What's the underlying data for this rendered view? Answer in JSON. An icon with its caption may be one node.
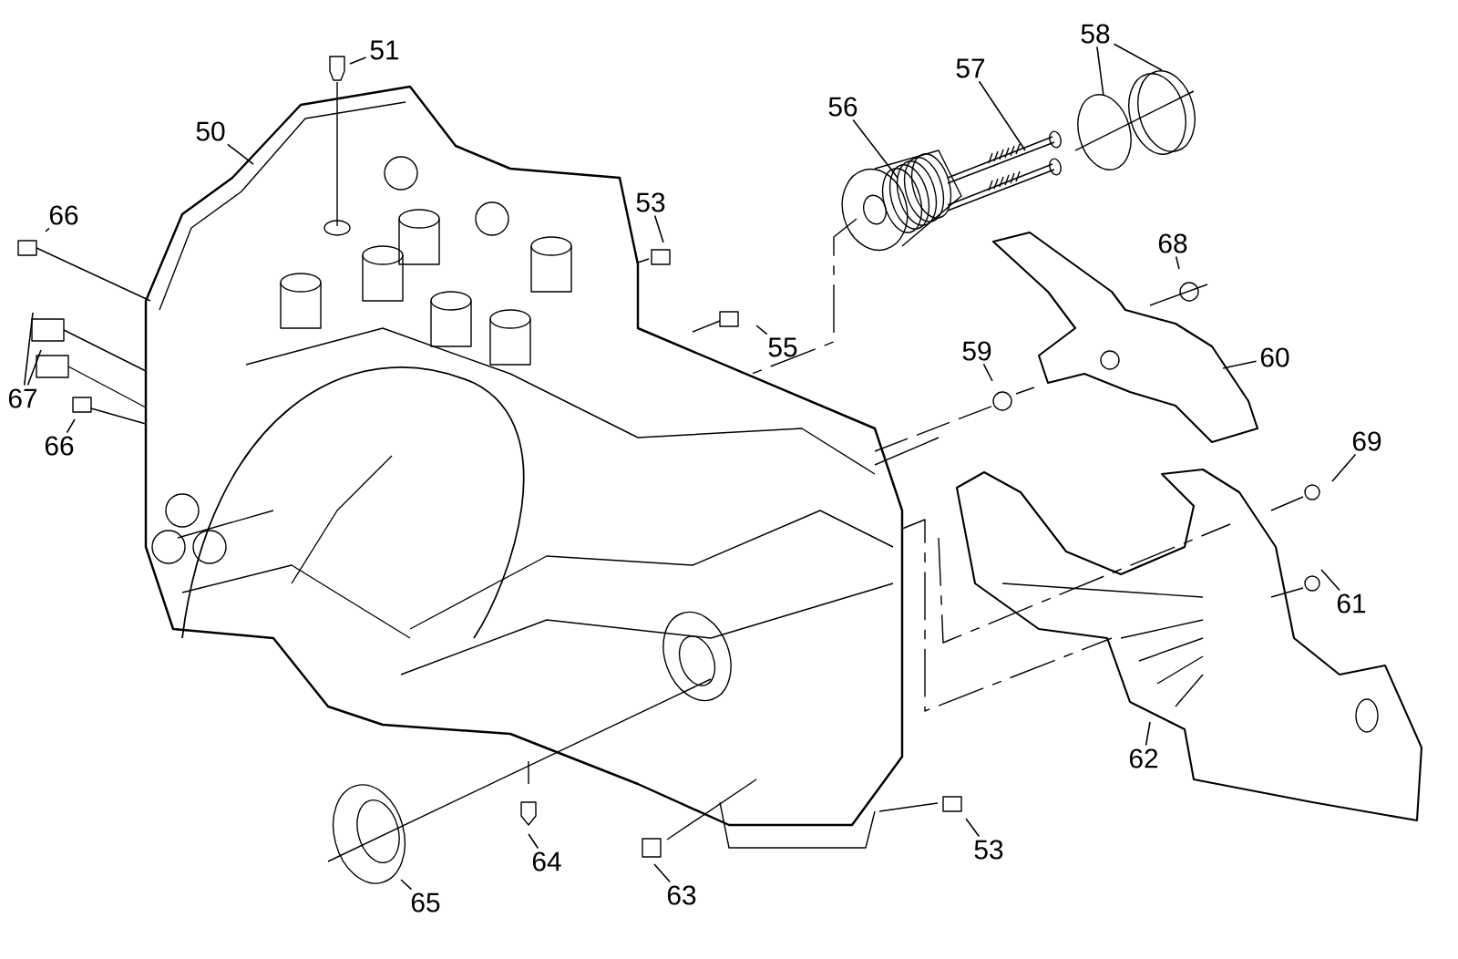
{
  "diagram": {
    "nodes": [
      {
        "text": [
          "51"
        ]
      },
      {
        "text": [
          "50"
        ]
      },
      {
        "text": [
          "58"
        ]
      },
      {
        "text": [
          "57"
        ]
      },
      {
        "text": [
          "56"
        ]
      },
      {
        "text": [
          "66"
        ]
      },
      {
        "text": [
          "53"
        ]
      },
      {
        "text": [
          "68"
        ]
      },
      {
        "text": [
          "55"
        ]
      },
      {
        "text": [
          "59"
        ]
      },
      {
        "text": [
          "60"
        ]
      },
      {
        "text": [
          "67"
        ]
      },
      {
        "text": [
          "66"
        ]
      },
      {
        "text": [
          "69"
        ]
      },
      {
        "text": [
          "61"
        ]
      },
      {
        "text": [
          "62"
        ]
      },
      {
        "text": [
          "53"
        ]
      },
      {
        "text": [
          "64"
        ]
      },
      {
        "text": [
          "63"
        ]
      },
      {
        "text": [
          "65"
        ]
      }
    ],
    "edges": [
      {
        "from": 0,
        "to": null,
        "arrow": "none"
      },
      {
        "from": 1,
        "to": null,
        "arrow": "none"
      },
      {
        "from": 2,
        "to": null,
        "arrow": "none"
      },
      {
        "from": 2,
        "to": null,
        "arrow": "none"
      },
      {
        "from": 3,
        "to": null,
        "arrow": "none"
      },
      {
        "from": 4,
        "to": null,
        "arrow": "none"
      },
      {
        "from": 5,
        "to": null,
        "arrow": "none"
      },
      {
        "from": 6,
        "to": null,
        "arrow": "none"
      },
      {
        "from": 7,
        "to": null,
        "arrow": "none"
      },
      {
        "from": 8,
        "to": null,
        "arrow": "none"
      },
      {
        "from": 9,
        "to": null,
        "arrow": "none"
      },
      {
        "from": 10,
        "to": null,
        "arrow": "none"
      },
      {
        "from": 11,
        "to": null,
        "arrow": "none"
      },
      {
        "from": 11,
        "to": null,
        "arrow": "none"
      },
      {
        "from": 12,
        "to": null,
        "arrow": "none"
      },
      {
        "from": 13,
        "to": null,
        "arrow": "none"
      },
      {
        "from": 14,
        "to": null,
        "arrow": "none"
      },
      {
        "from": 15,
        "to": null,
        "arrow": "none"
      },
      {
        "from": 16,
        "to": null,
        "arrow": "none"
      },
      {
        "from": 17,
        "to": null,
        "arrow": "none"
      },
      {
        "from": 18,
        "to": null,
        "arrow": "none"
      },
      {
        "from": 19,
        "to": null,
        "arrow": "none"
      }
    ]
  }
}
